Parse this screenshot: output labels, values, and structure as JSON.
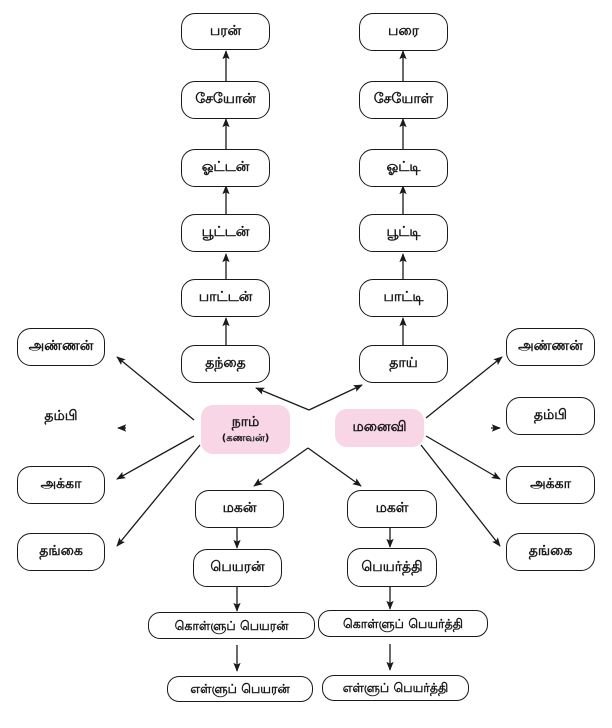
{
  "diagram": {
    "type": "family-tree",
    "colors": {
      "center_fill": "#f8d6e6",
      "stroke": "#1a1a1a"
    },
    "nodes": {
      "paran": "பரன்",
      "seyon": "சேயோன்",
      "ottan": "ஓட்டன்",
      "poottan": "பூட்டன்",
      "paattan": "பாட்டன்",
      "thanthai": "தந்தை",
      "parai": "பரை",
      "seyol": "சேயோள்",
      "otti": "ஓட்டி",
      "pootti": "பூட்டி",
      "paatti": "பாட்டி",
      "thaai": "தாய்",
      "naam": "நாம்",
      "naam_sub": "(கணவன்)",
      "manaivi": "மனைவி",
      "left_annan": "அண்ணன்",
      "left_thambi": "தம்பி",
      "left_akka": "அக்கா",
      "left_thangai": "தங்கை",
      "right_annan": "அண்ணன்",
      "right_thambi": "தம்பி",
      "right_akka": "அக்கா",
      "right_thangai": "தங்கை",
      "magan": "மகன்",
      "magal": "மகள்",
      "peyaran": "பெயரன்",
      "peyarthi": "பெயர்த்தி",
      "kollu_peyaran": "கொள்ளுப் பெயரன்",
      "kollu_peyarthi": "கொள்ளுப் பெயர்த்தி",
      "ellu_peyaran": "எள்ளுப் பெயரன்",
      "ellu_peyarthi": "எள்ளுப் பெயர்த்தி"
    },
    "edges": [
      [
        "thanthai",
        "paattan"
      ],
      [
        "paattan",
        "poottan"
      ],
      [
        "poottan",
        "ottan"
      ],
      [
        "ottan",
        "seyon"
      ],
      [
        "seyon",
        "paran"
      ],
      [
        "thaai",
        "paatti"
      ],
      [
        "paatti",
        "pootti"
      ],
      [
        "pootti",
        "otti"
      ],
      [
        "otti",
        "seyol"
      ],
      [
        "seyol",
        "parai"
      ],
      [
        "naam+manaivi",
        "thanthai"
      ],
      [
        "naam+manaivi",
        "thaai"
      ],
      [
        "naam+manaivi",
        "magan"
      ],
      [
        "naam+manaivi",
        "magal"
      ],
      [
        "naam",
        "left_annan"
      ],
      [
        "naam",
        "left_thambi"
      ],
      [
        "naam",
        "left_akka"
      ],
      [
        "naam",
        "left_thangai"
      ],
      [
        "manaivi",
        "right_annan"
      ],
      [
        "manaivi",
        "right_thambi"
      ],
      [
        "manaivi",
        "right_akka"
      ],
      [
        "manaivi",
        "right_thangai"
      ],
      [
        "magan",
        "peyaran"
      ],
      [
        "peyaran",
        "kollu_peyaran"
      ],
      [
        "kollu_peyaran",
        "ellu_peyaran"
      ],
      [
        "magal",
        "peyarthi"
      ],
      [
        "peyarthi",
        "kollu_peyarthi"
      ],
      [
        "kollu_peyarthi",
        "ellu_peyarthi"
      ]
    ]
  }
}
